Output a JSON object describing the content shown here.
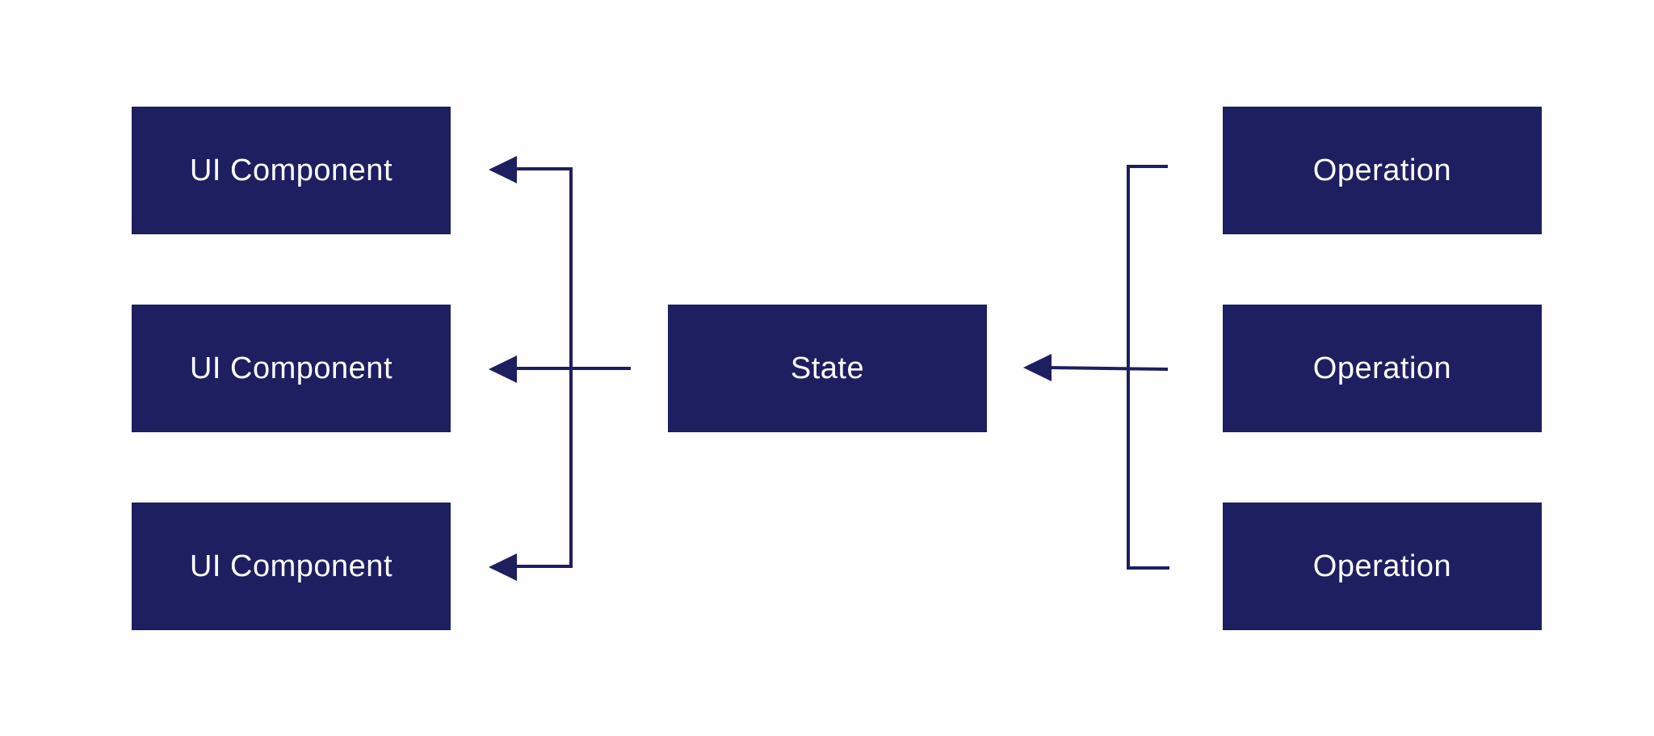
{
  "diagram": {
    "ui_components": [
      {
        "label": "UI Component"
      },
      {
        "label": "UI Component"
      },
      {
        "label": "UI Component"
      }
    ],
    "state": {
      "label": "State"
    },
    "operations": [
      {
        "label": "Operation"
      },
      {
        "label": "Operation"
      },
      {
        "label": "Operation"
      }
    ],
    "colors": {
      "box": "#1d1f61",
      "text": "#ffffff",
      "line": "#1d1f61"
    }
  }
}
